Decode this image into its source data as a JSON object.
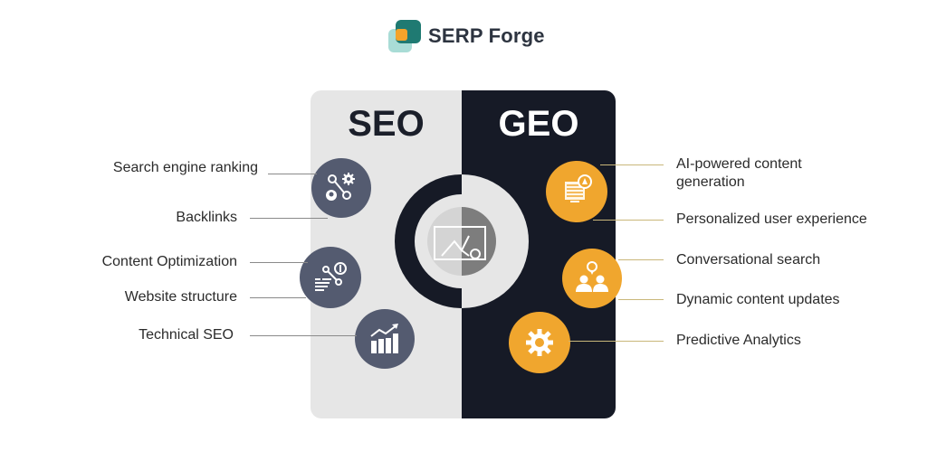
{
  "brand": {
    "name": "SERP Forge",
    "colors": {
      "teal": "#1f7a72",
      "light_teal": "#a9dcd6",
      "orange": "#f4a32a"
    }
  },
  "diagram": {
    "left_panel": {
      "title": "SEO",
      "background": "#e6e6e6",
      "icon_color": "#545b70"
    },
    "right_panel": {
      "title": "GEO",
      "background": "#161a26",
      "icon_color": "#f0a62e"
    },
    "center_icon": "chart-image-icon",
    "seo_items": [
      {
        "label": "Search engine ranking",
        "icon": "network-gear-user-icon"
      },
      {
        "label": "Backlinks",
        "icon": "network-gear-user-icon"
      },
      {
        "label": "Content Optimization",
        "icon": "content-link-icon"
      },
      {
        "label": "Website structure",
        "icon": "content-link-icon"
      },
      {
        "label": "Technical SEO",
        "icon": "growth-bar-chart-icon"
      }
    ],
    "geo_items": [
      {
        "label": "AI-powered content",
        "label_line2": "generation",
        "icon": "document-monitor-icon"
      },
      {
        "label": "Personalized user experience",
        "icon": "document-monitor-icon"
      },
      {
        "label": "Conversational search",
        "icon": "users-idea-icon"
      },
      {
        "label": "Dynamic content updates",
        "icon": "users-idea-icon"
      },
      {
        "label": "Predictive Analytics",
        "icon": "gear-icon"
      }
    ]
  }
}
